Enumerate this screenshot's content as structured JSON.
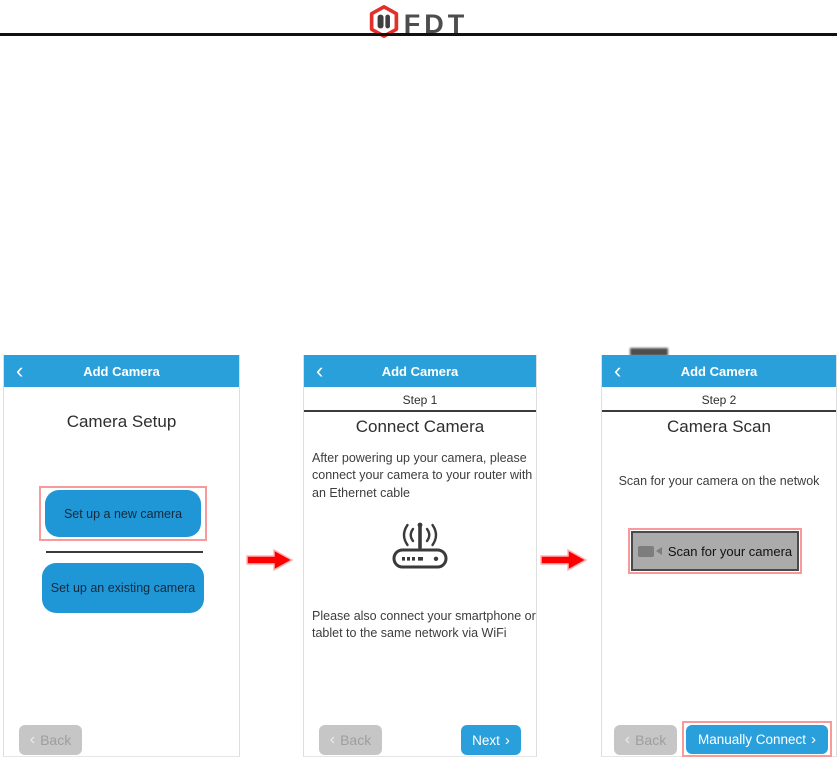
{
  "logo": {
    "brand": "FDT"
  },
  "icons": {
    "back_chevron": "‹",
    "forward_chevron": "›"
  },
  "screens": [
    {
      "header_title": "Add Camera",
      "heading": "Camera Setup",
      "primary_button": "Set up a new camera",
      "secondary_button": "Set up an existing camera",
      "back_label": "Back"
    },
    {
      "header_title": "Add Camera",
      "step_label": "Step 1",
      "heading": "Connect Camera",
      "instruction_top": "After powering up your camera, please connect your camera to your router with an Ethernet cable",
      "instruction_bottom": "Please also connect your smartphone or tablet to the same network via WiFi",
      "back_label": "Back",
      "next_label": "Next"
    },
    {
      "header_title": "Add Camera",
      "step_label": "Step 2",
      "heading": "Camera Scan",
      "instruction": "Scan for your camera on the netwok",
      "scan_button_label": "Scan for your camera",
      "back_label": "Back",
      "manual_button_label": "Manually Connect"
    }
  ],
  "colors": {
    "header_blue": "#2AA0DA",
    "button_blue": "#1F97D6",
    "action_blue": "#29A0DC",
    "highlight_red": "#F99A9A",
    "arrow_red": "#FF0000",
    "logo_red": "#E2312A"
  }
}
